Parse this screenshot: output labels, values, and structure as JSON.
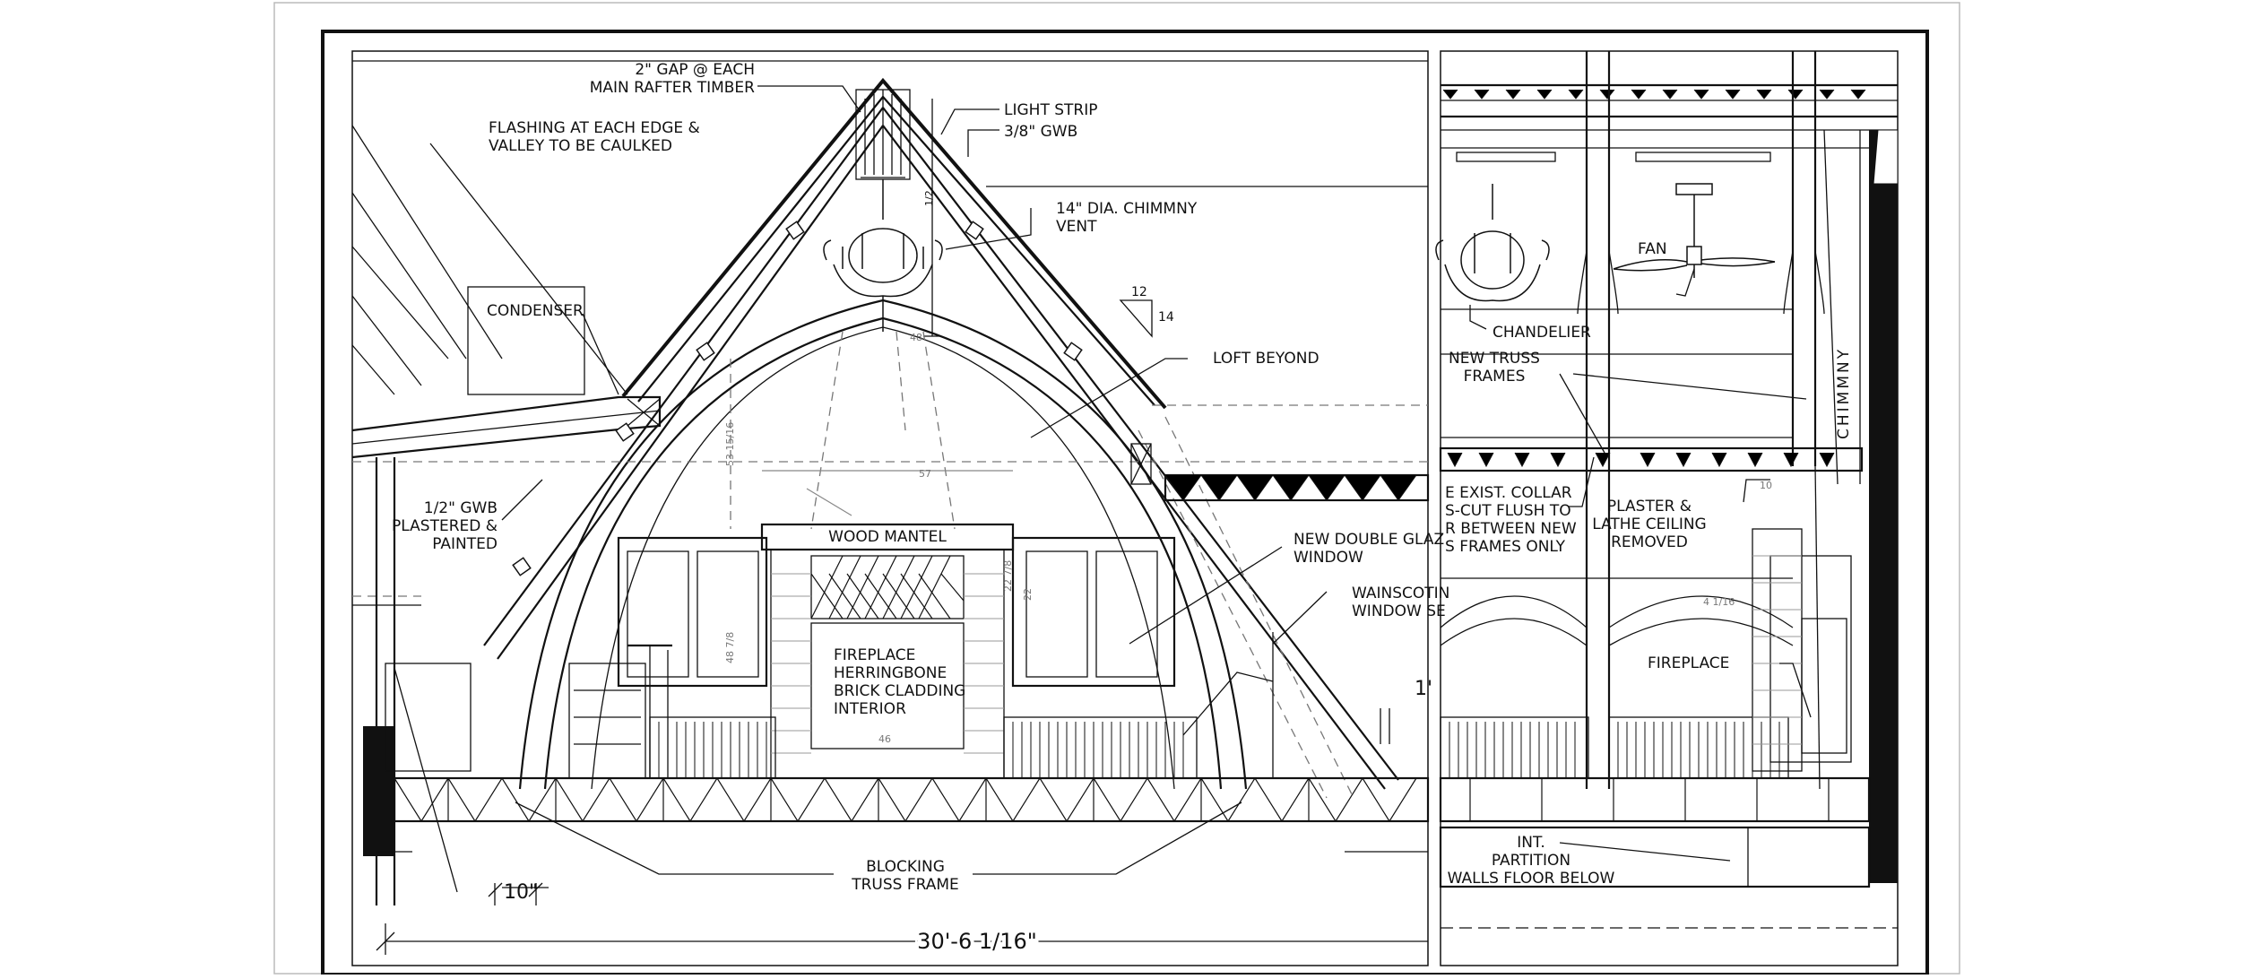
{
  "labels": {
    "gap_line1": "2\" GAP @ EACH",
    "gap_line2": "MAIN RAFTER TIMBER",
    "flashing_line1": "FLASHING AT EACH EDGE &",
    "flashing_line2": "VALLEY TO BE CAULKED",
    "light_strip": "LIGHT STRIP",
    "gwb_38": "3/8\" GWB",
    "chimney_vent_line1": "14\" DIA. CHIMMNY",
    "chimney_vent_line2": "VENT",
    "condenser": "CONDENSER",
    "loft_beyond": "LOFT BEYOND",
    "gwb_12_line1": "1/2\" GWB",
    "gwb_12_line2": "PLASTERED &",
    "gwb_12_line3": "PAINTED",
    "wood_mantel": "WOOD MANTEL",
    "window_line1": "NEW DOUBLE GLAZ",
    "window_line2": "WINDOW",
    "wainscot_line1": "WAINSCOTIN",
    "wainscot_line2": "WINDOW SE",
    "fireplace_line1": "FIREPLACE",
    "fireplace_line2": "HERRINGBONE",
    "fireplace_line3": "BRICK CLADDING",
    "fireplace_line4": "INTERIOR",
    "blocking_line1": "BLOCKING",
    "blocking_line2": "TRUSS FRAME",
    "dim_10": "10\"",
    "dim_overall": "30'-6 1/16\"",
    "dim_partial": "1'",
    "slope_run": "12",
    "slope_rise": "14",
    "fan": "FAN",
    "chandelier": "CHANDELIER",
    "truss_line1": "NEW TRUSS",
    "truss_line2": "FRAMES",
    "collar_line1": "E EXIST. COLLAR",
    "collar_line2": "S-CUT FLUSH TO",
    "collar_line3": "R BETWEEN NEW",
    "collar_line4": "S FRAMES ONLY",
    "plaster_line1": "PLASTER &",
    "plaster_line2": "LATHE CEILING",
    "plaster_line3": "REMOVED",
    "fireplace_right": "FIREPLACE",
    "chimney": "CHIMMNY",
    "partition_line1": "INT.",
    "partition_line2": "PARTITION",
    "partition_line3": "WALLS FLOOR BELOW"
  },
  "dims_small": {
    "d_48": "48",
    "d_57": "57",
    "d_46": "46",
    "d_22a": "22 7/8",
    "d_22b": "22",
    "d_48b": "48 7/8",
    "d_53": "53 15/16",
    "d_half": "1/2",
    "d_416": "4 1/16",
    "d_10": "10"
  }
}
